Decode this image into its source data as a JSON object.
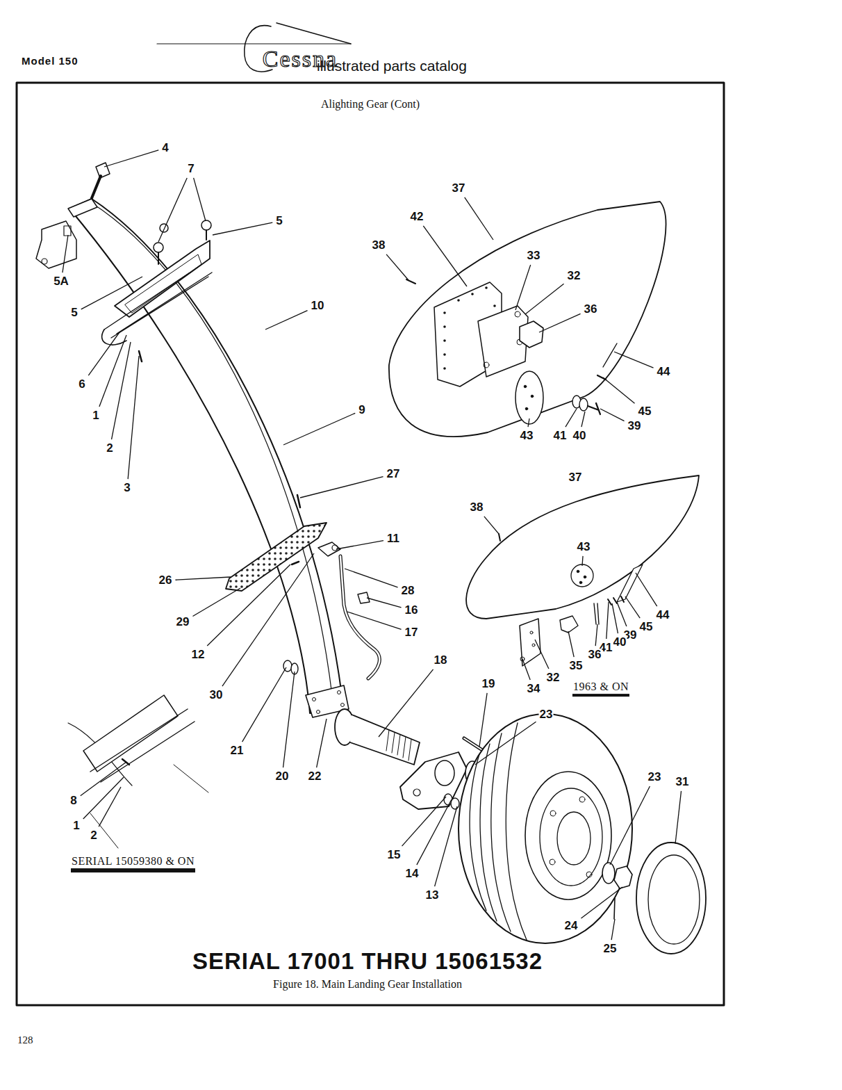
{
  "diagram": {
    "title": "Alighting Gear (Cont)",
    "caption": "Figure 18. Main Landing Gear Installation",
    "labels": [
      "Model 150",
      "Cessna",
      "illustrated parts catalog",
      "4",
      "7",
      "5",
      "5A",
      "5",
      "10",
      "6",
      "1",
      "2",
      "3",
      "9",
      "37",
      "42",
      "38",
      "33",
      "32",
      "36",
      "44",
      "45",
      "39",
      "43",
      "41",
      "40",
      "27",
      "11",
      "28",
      "16",
      "17",
      "26",
      "29",
      "12",
      "30",
      "18",
      "19",
      "37",
      "38",
      "43",
      "44",
      "45",
      "39",
      "40",
      "41",
      "36",
      "35",
      "32",
      "34",
      "1963 & ON",
      "21",
      "20",
      "22",
      "23",
      "23",
      "31",
      "15",
      "14",
      "13",
      "24",
      "25",
      "8",
      "1",
      "2",
      "SERIAL 15059380 & ON",
      "SERIAL 17001 THRU 15061532",
      "128"
    ]
  }
}
